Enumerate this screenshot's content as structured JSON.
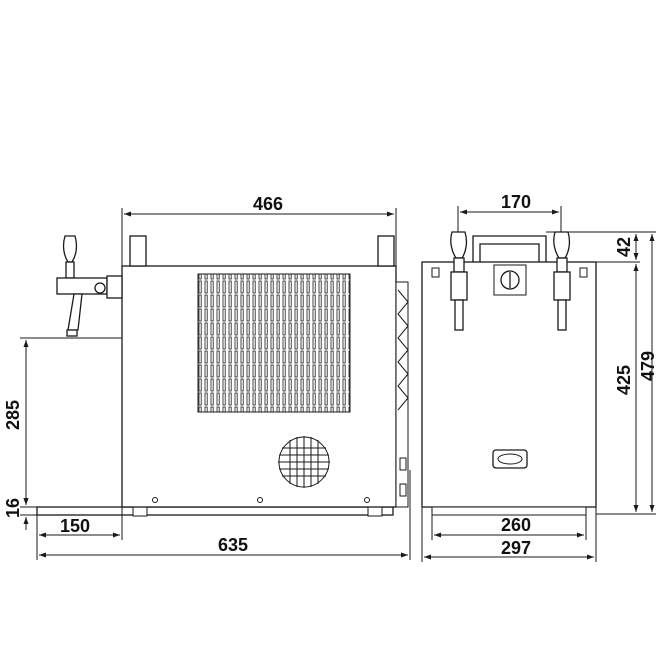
{
  "dimensions": {
    "side_top_width": "466",
    "side_base_height": "16",
    "side_counter_height": "285",
    "side_front_depth": "150",
    "side_total_length": "635",
    "front_tap_spacing": "170",
    "front_handle_height": "42",
    "front_body_height": "425",
    "front_total_height": "479",
    "front_base_width": "260",
    "front_total_width": "297"
  },
  "colors": {
    "line": "#1a1a1a",
    "background": "#ffffff"
  }
}
